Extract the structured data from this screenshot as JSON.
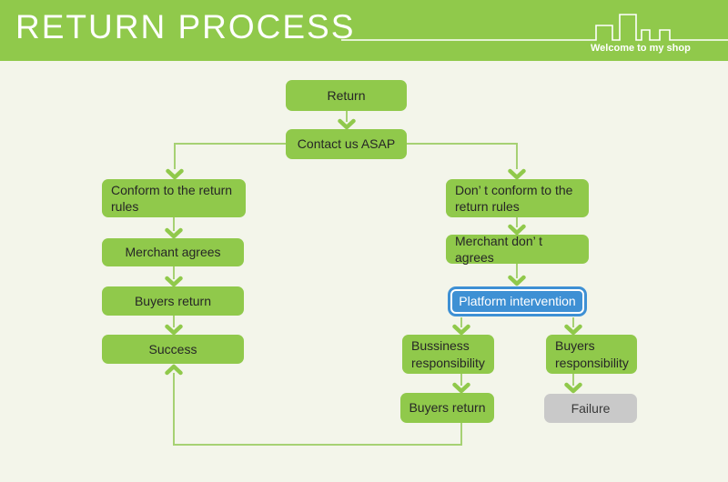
{
  "header": {
    "title": "RETURN PROCESS",
    "tagline": "Welcome to my shop",
    "decoration": "city-skyline-icon"
  },
  "colors": {
    "green": "#90c94b",
    "connector_line": "#a6d173",
    "arrowhead_green": "#90c94b",
    "background": "#f3f5ea",
    "node_text": "#262626",
    "platform_blue": "#3e90d4",
    "platform_text": "#ffffff",
    "failure_gray": "#c9c9c9",
    "header_text": "#ffffff"
  },
  "flowchart": {
    "nodes": {
      "return": "Return",
      "contact": "Contact us ASAP",
      "conform": "Conform to the return\nrules",
      "merchant_agrees": "Merchant agrees",
      "buyers_return_left": "Buyers return",
      "success": "Success",
      "dont_conform": "Don’ t conform to the\nreturn rules",
      "merchant_dont_agrees": "Merchant don’ t agrees",
      "platform": "Platform intervention",
      "bussiness_responsibility": "Bussiness\nresponsibility",
      "buyers_responsibility": "Buyers\nresponsibility",
      "buyers_return_right": "Buyers return",
      "failure": "Failure"
    }
  }
}
